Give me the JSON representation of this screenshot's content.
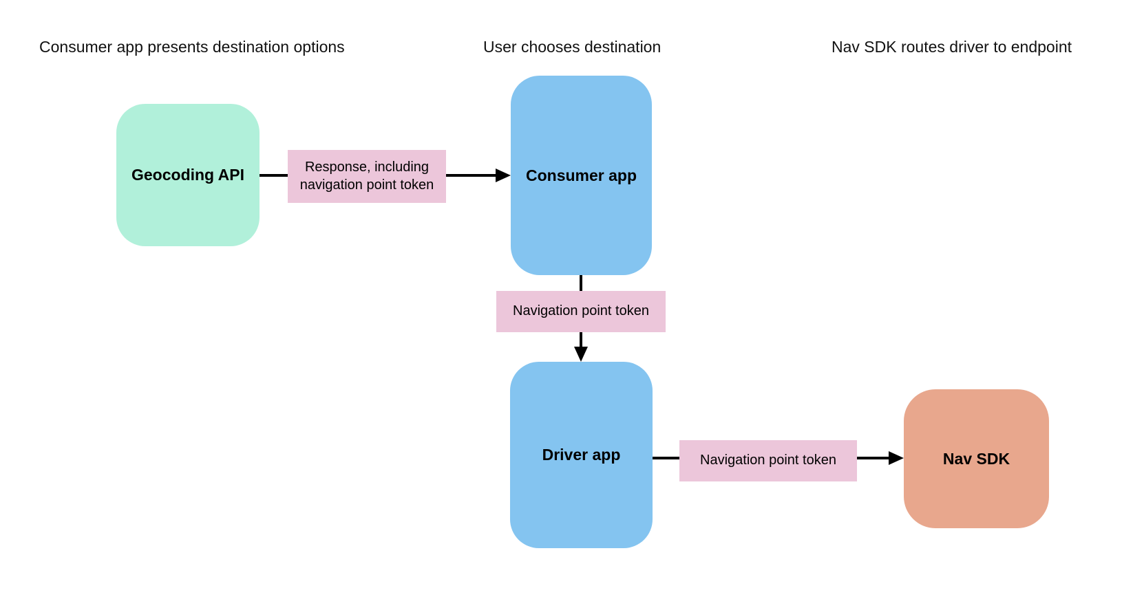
{
  "diagram": {
    "lane_titles": [
      "Consumer app presents destination options",
      "User chooses destination",
      "Nav SDK routes driver to endpoint"
    ],
    "nodes": {
      "geocoding_api": "Geocoding API",
      "consumer_app": "Consumer app",
      "driver_app": "Driver app",
      "nav_sdk": "Nav SDK"
    },
    "edge_labels": {
      "response": "Response, including navigation point token",
      "nav_token_1": "Navigation point token",
      "nav_token_2": "Navigation point token"
    }
  },
  "colors": {
    "node-green": "#b1f0da",
    "node-blue": "#84c4f0",
    "node-orange": "#e8a78d",
    "edge-label-pink": "#ecc6da",
    "arrow-black": "#000000",
    "background": "#ffffff"
  }
}
